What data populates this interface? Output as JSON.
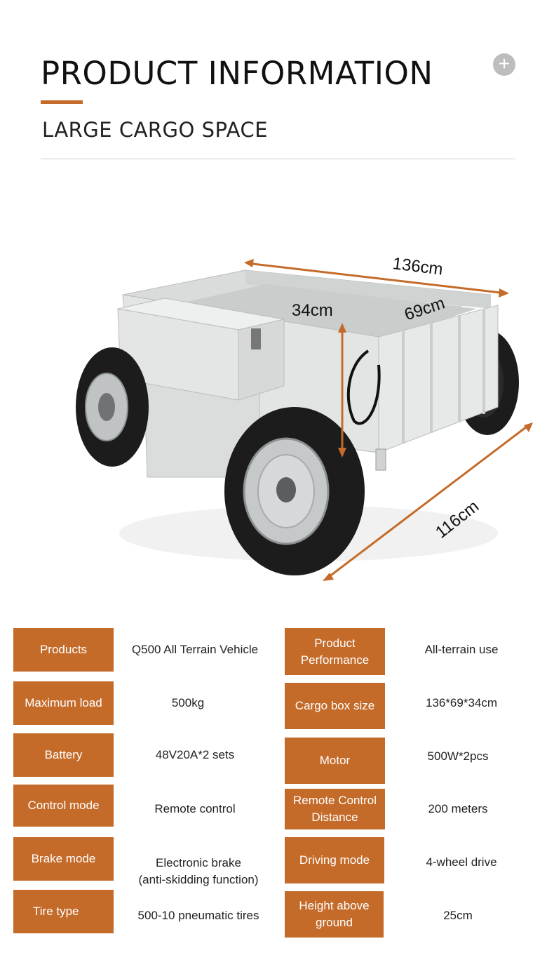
{
  "header": {
    "title": "PRODUCT INFORMATION",
    "subtitle": "LARGE CARGO SPACE",
    "plus_icon": "+"
  },
  "dimensions": {
    "length": "136cm",
    "width": "69cm",
    "height": "34cm",
    "wheelbase": "116cm"
  },
  "colors": {
    "accent": "#c46b2a",
    "body": "#e4e7e6",
    "tire": "#1c1c1c"
  },
  "specs": {
    "left": [
      {
        "label": "Products",
        "value": "Q500 All Terrain Vehicle"
      },
      {
        "label": "Maximum load",
        "value": "500kg"
      },
      {
        "label": "Battery",
        "value": "48V20A*2 sets"
      },
      {
        "label": "Control mode",
        "value": "Remote control"
      },
      {
        "label": "Brake mode",
        "value": "Electronic brake\n(anti-skidding function)"
      },
      {
        "label": "Tire type",
        "value": "500-10 pneumatic tires"
      }
    ],
    "right": [
      {
        "label": "Product\nPerformance",
        "value": "All-terrain use"
      },
      {
        "label": "Cargo box size",
        "value": "136*69*34cm"
      },
      {
        "label": "Motor",
        "value": "500W*2pcs"
      },
      {
        "label": "Remote Control\nDistance",
        "value": "200 meters"
      },
      {
        "label": "Driving mode",
        "value": "4-wheel drive"
      },
      {
        "label": "Height above\nground",
        "value": "25cm"
      }
    ]
  }
}
